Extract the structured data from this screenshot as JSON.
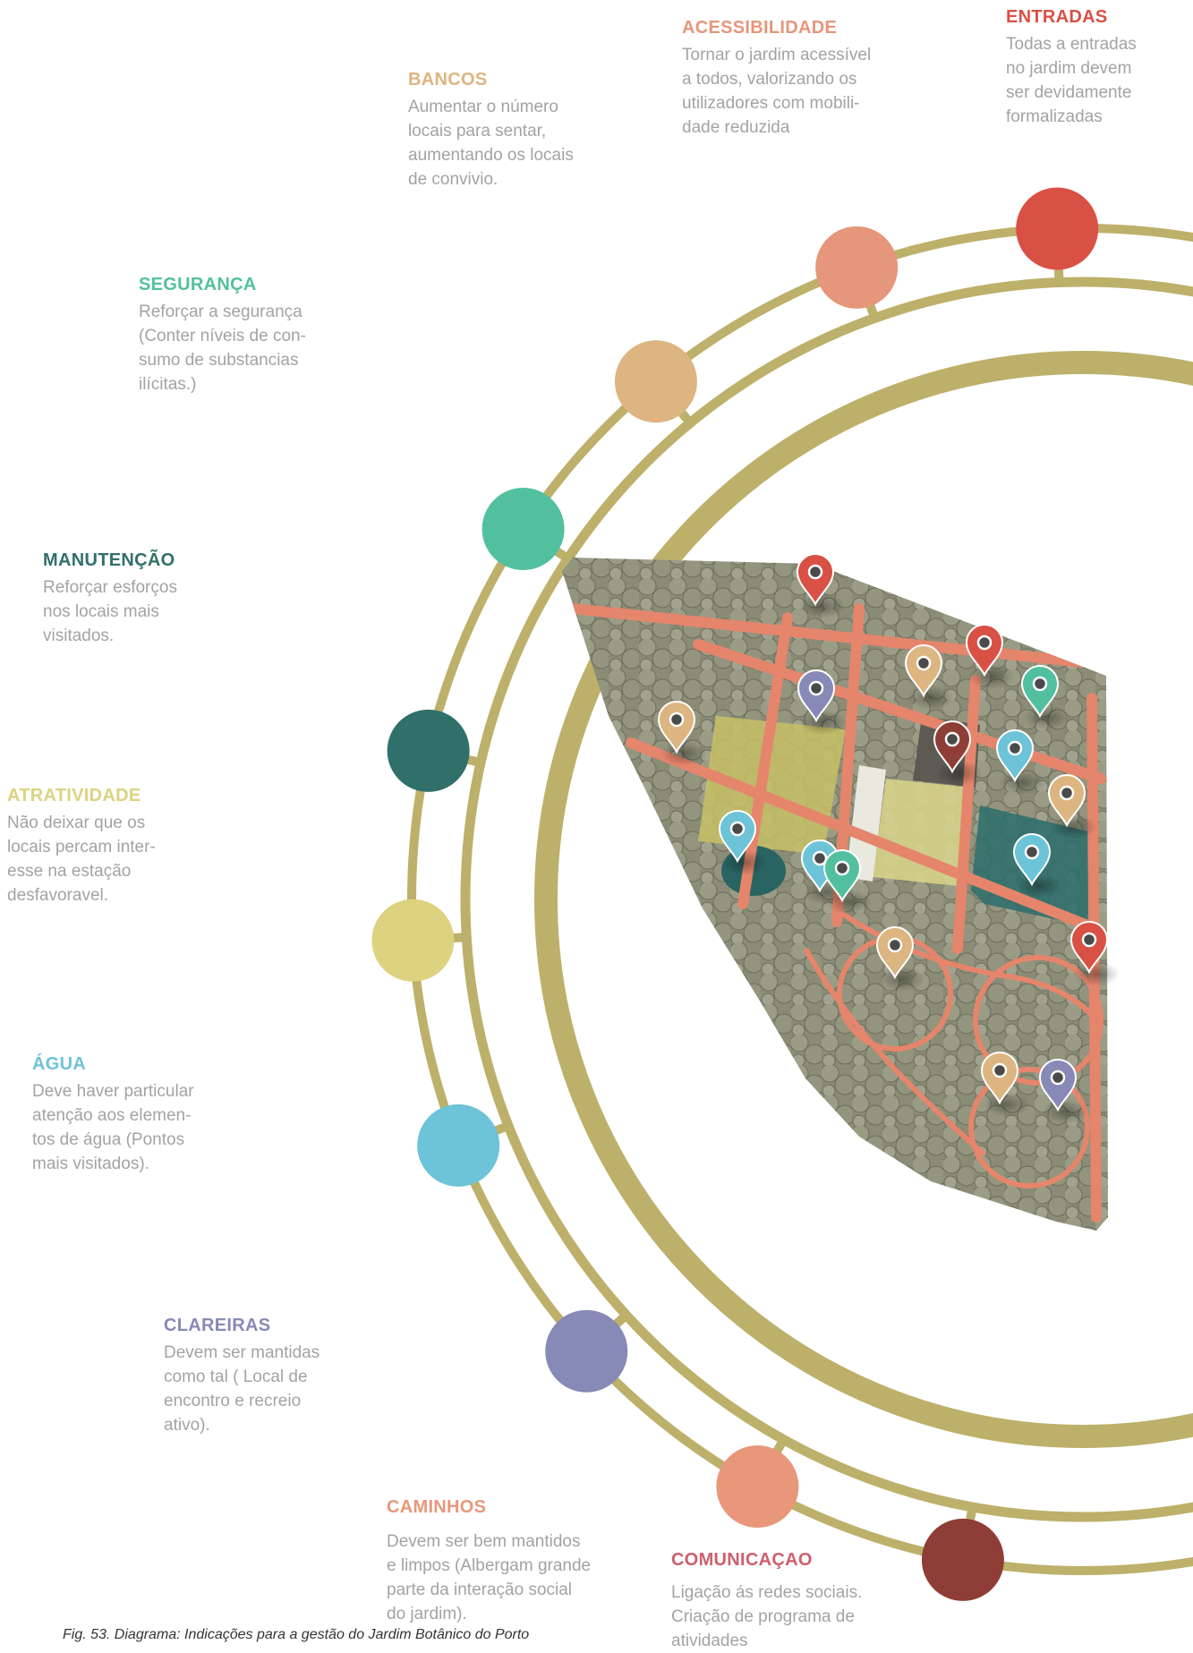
{
  "colors": {
    "ring": "#bdb06a",
    "bancos": "#ddb581",
    "acessibilidade": "#e6967a",
    "entradas": "#d95045",
    "seguranca": "#52c09e",
    "manutencao": "#31706a",
    "atratividade": "#ddd27f",
    "agua": "#6dc3d8",
    "clareiras": "#8789b6",
    "caminhos": "#e8977b",
    "comunicacao": "#8e3e37"
  },
  "items": {
    "bancos": {
      "title": "BANCOS",
      "lines": [
        "Aumentar o número",
        "locais para sentar,",
        "aumentando os locais",
        "de convivio."
      ]
    },
    "acessibilidade": {
      "title": "ACESSIBILIDADE",
      "lines": [
        "Tornar o jardim acessível",
        "a todos, valorizando os",
        "utilizadores com mobili-",
        "dade reduzida"
      ]
    },
    "entradas": {
      "title": "ENTRADAS",
      "lines": [
        "Todas a entradas",
        "no jardim devem",
        "ser devidamente",
        "formalizadas"
      ]
    },
    "seguranca": {
      "title": "SEGURANÇA",
      "lines": [
        "Reforçar a segurança",
        "(Conter níveis de con-",
        "sumo de substancias",
        "ilícitas.)"
      ]
    },
    "manutencao": {
      "title": "MANUTENÇÃO",
      "lines": [
        "Reforçar esforços",
        "nos locais mais",
        "visitados."
      ]
    },
    "atratividade": {
      "title": "ATRATIVIDADE",
      "lines": [
        "Não deixar que os",
        "locais percam inter-",
        "esse na estação",
        "desfavoravel."
      ]
    },
    "agua": {
      "title": "ÁGUA",
      "lines": [
        "Deve haver particular",
        "atenção aos  elemen-",
        "tos de água (Pontos",
        "mais visitados)."
      ]
    },
    "clareiras": {
      "title": "CLAREIRAS",
      "lines": [
        "Devem ser mantidas",
        "como tal ( Local de",
        "encontro e recreio",
        "ativo)."
      ]
    },
    "caminhos": {
      "title": "CAMINHOS",
      "lines": [
        "Devem ser bem mantidos",
        "e limpos (Albergam grande",
        "parte da interação social",
        "do jardim)."
      ]
    },
    "comunicacao": {
      "title": "COMUNICAÇAO",
      "lines": [
        "Ligação ás redes sociais.",
        "Criação de programa de",
        "atividades"
      ]
    }
  },
  "pins": [
    {
      "category": "entradas"
    },
    {
      "category": "entradas"
    },
    {
      "category": "seguranca"
    },
    {
      "category": "bancos"
    },
    {
      "category": "clareiras"
    },
    {
      "category": "bancos"
    },
    {
      "category": "comunicacao"
    },
    {
      "category": "agua"
    },
    {
      "category": "bancos"
    },
    {
      "category": "agua"
    },
    {
      "category": "agua"
    },
    {
      "category": "seguranca"
    },
    {
      "category": "agua"
    },
    {
      "category": "entradas"
    },
    {
      "category": "bancos"
    },
    {
      "category": "bancos"
    },
    {
      "category": "clareiras"
    }
  ],
  "caption": "Fig. 53. Diagrama: Indicações para a gestão do Jardim Botânico do Porto"
}
